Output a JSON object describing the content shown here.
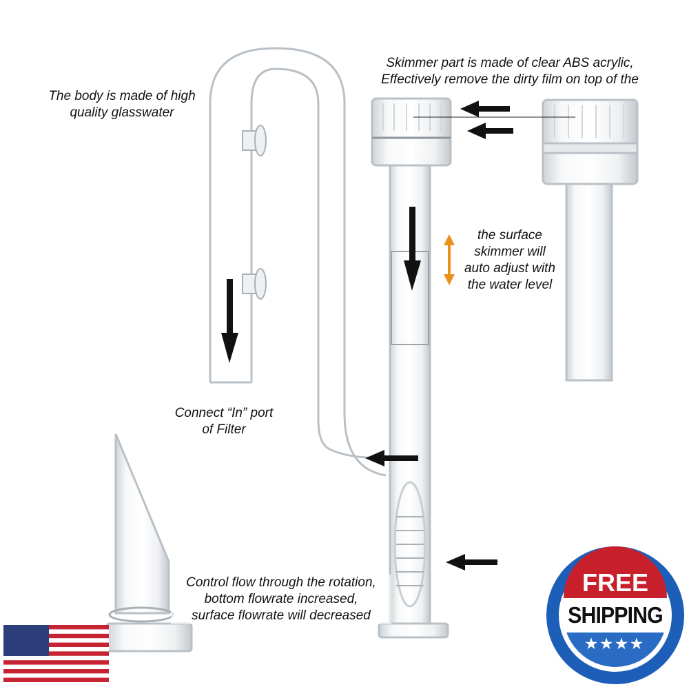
{
  "captions": {
    "body": [
      "The body is made of high",
      "quality glasswater"
    ],
    "skimmer": [
      "Skimmer part is made of clear ABS acrylic,",
      "Effectively remove the dirty film on top of the"
    ],
    "surface": [
      "the surface",
      "skimmer will",
      "auto adjust with",
      "the water level"
    ],
    "connect": [
      "Connect “In” port",
      "of Filter"
    ],
    "control": [
      "Control flow through the rotation,",
      "bottom flowrate increased,",
      "surface flowrate will decreased"
    ]
  },
  "badge": {
    "line1": "FREE",
    "line2": "SHIPPING",
    "stars": "★★★★",
    "blue": "#1d5fb8",
    "red": "#c8202a"
  },
  "colors": {
    "arrow": "#111111",
    "adjust_arrow": "#e8921c",
    "glass": "#b9c0c6"
  }
}
